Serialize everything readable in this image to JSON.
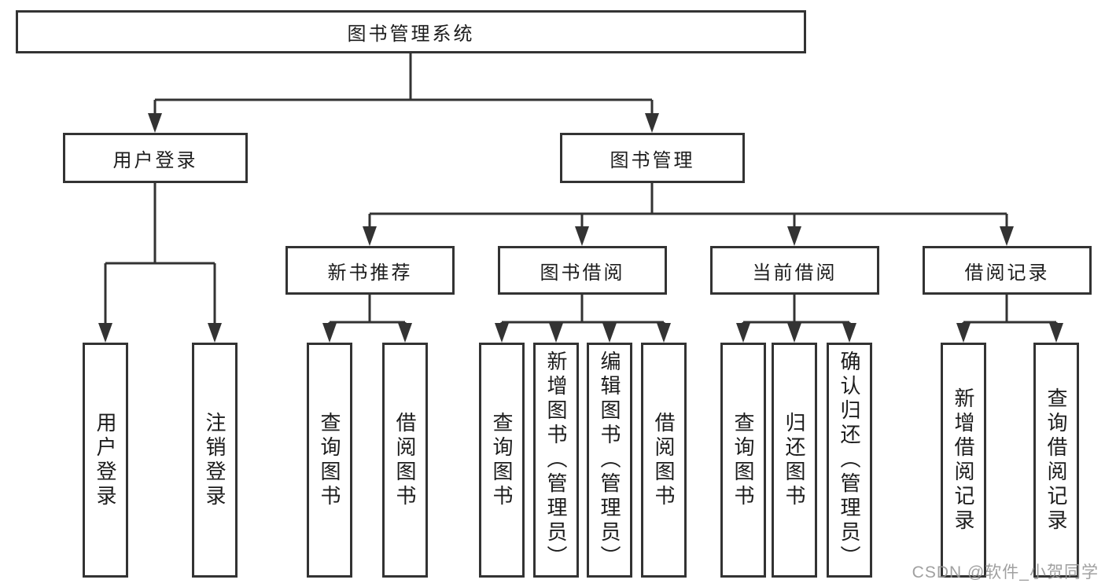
{
  "diagram": {
    "root_label": "图书管理系统",
    "branches": {
      "user_login": {
        "label": "用户登录",
        "children": [
          "用户登录",
          "注销登录"
        ]
      },
      "book_management": {
        "label": "图书管理",
        "sections": [
          {
            "label": "新书推荐",
            "children": [
              "查询图书",
              "借阅图书"
            ]
          },
          {
            "label": "图书借阅",
            "children": [
              "查询图书",
              "新增图书（管理员）",
              "编辑图书（管理员）",
              "借阅图书"
            ]
          },
          {
            "label": "当前借阅",
            "children": [
              "查询图书",
              "归还图书",
              "确认归还（管理员）"
            ]
          },
          {
            "label": "借阅记录",
            "children": [
              "新增借阅记录",
              "查询借阅记录"
            ]
          }
        ]
      }
    }
  },
  "watermark": {
    "text": "CSDN @软件_小贺同学"
  },
  "colors": {
    "line": "#333333",
    "box_border": "#333333",
    "text": "#1c1c1c",
    "watermark": "#969696",
    "background": "#ffffff"
  }
}
